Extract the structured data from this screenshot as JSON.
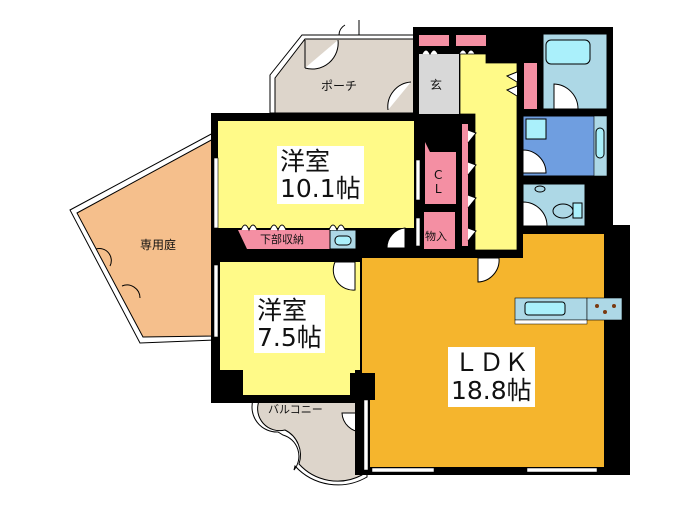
{
  "floor_plan": {
    "colors": {
      "wall": "#000000",
      "western_room": "#fffa88",
      "ldk": "#f5b52d",
      "private_garden": "#f5bf8c",
      "porch_balcony": "#ddd5cb",
      "entrance": "#d8d8d8",
      "storage": "#f48fa3",
      "bath": "#add8e6",
      "washroom": "#6f9ee0",
      "fixture": "#aaf0fb"
    },
    "rooms": {
      "western_room_1": {
        "name": "洋室",
        "size": "10.1帖"
      },
      "western_room_2": {
        "name": "洋室",
        "size": "7.5帖"
      },
      "ldk": {
        "name": "ＬＤＫ",
        "size": "18.8帖"
      },
      "private_garden": {
        "name": "専用庭"
      },
      "porch": {
        "name": "ポーチ"
      },
      "entrance": {
        "name": "玄"
      },
      "closet": {
        "name": "C\nL"
      },
      "storage": {
        "name": "物入"
      },
      "under_storage": {
        "name": "下部収納"
      },
      "balcony": {
        "name": "バルコニー"
      }
    }
  }
}
